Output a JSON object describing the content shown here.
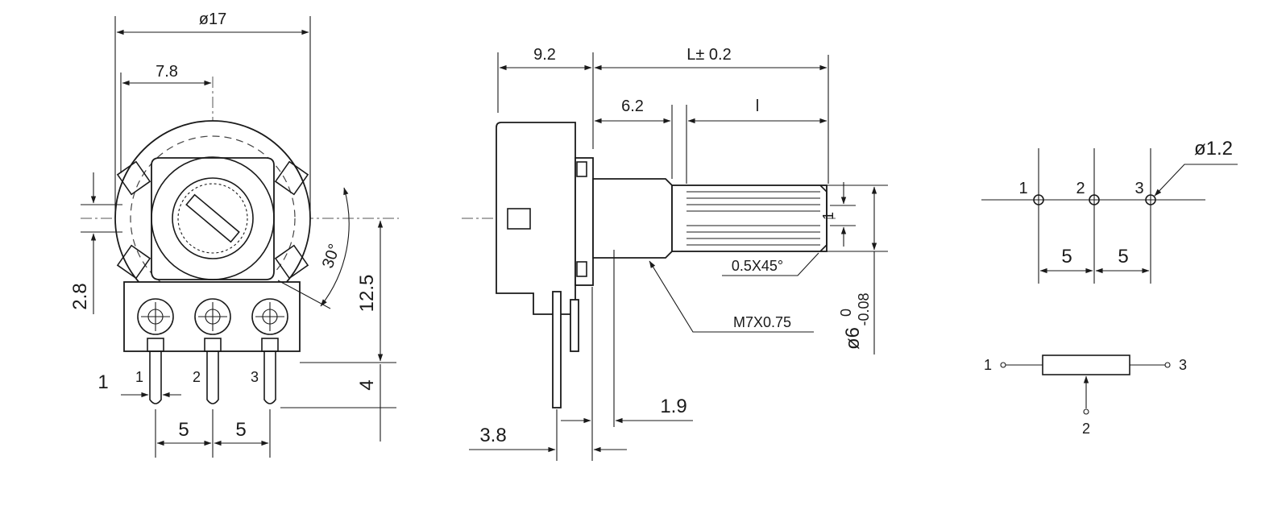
{
  "colors": {
    "line": "#1a1a1a",
    "background": "#ffffff"
  },
  "front_view": {
    "dia_body": "ø17",
    "offset": "7.8",
    "mount_height": "2.8",
    "shaft_height": "12.5",
    "pin_length": "4",
    "angle": "30°",
    "pin_width": "1",
    "pitch_a": "5",
    "pitch_b": "5",
    "pin_1": "1",
    "pin_2": "2",
    "pin_3": "3"
  },
  "side_view": {
    "body_depth": "9.2",
    "shaft_length": "L± 0.2",
    "bushing": "6.2",
    "knurl": "l",
    "chamfer": "0.5X45°",
    "thread": "M7X0.75",
    "shaft_dia": "ø6",
    "tol_upper": "0",
    "tol_lower": "-0.08",
    "flat_dim": "1",
    "lug_spacing": "1.9",
    "pin_offset": "3.8"
  },
  "pcb_layout": {
    "hole_dia": "ø1.2",
    "pin_1": "1",
    "pin_2": "2",
    "pin_3": "3",
    "pitch_a": "5",
    "pitch_b": "5"
  },
  "schematic": {
    "term_1": "1",
    "term_2": "2",
    "term_3": "3"
  }
}
